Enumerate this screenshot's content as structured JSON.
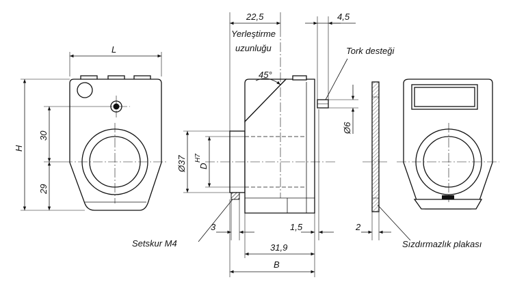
{
  "labels": {
    "L": "L",
    "H": "H",
    "dim_30": "30",
    "dim_29": "29",
    "dim_22_5": "22,5",
    "insertion_line1": "Yerleştirme",
    "insertion_line2": "uzunluğu",
    "angle_45": "45°",
    "dim_4_5": "4,5",
    "torque_support": "Tork desteği",
    "dim_d6": "Ø6",
    "dim_d37": "Ø37",
    "dim_D": "D",
    "dim_D_tol": "H7",
    "dim_3": "3",
    "dim_1_5": "1,5",
    "dim_31_9": "31,9",
    "dim_B": "B",
    "dim_2": "2",
    "set_screw": "Setskur M4",
    "seal_plate": "Sızdırmazlık plakası"
  }
}
